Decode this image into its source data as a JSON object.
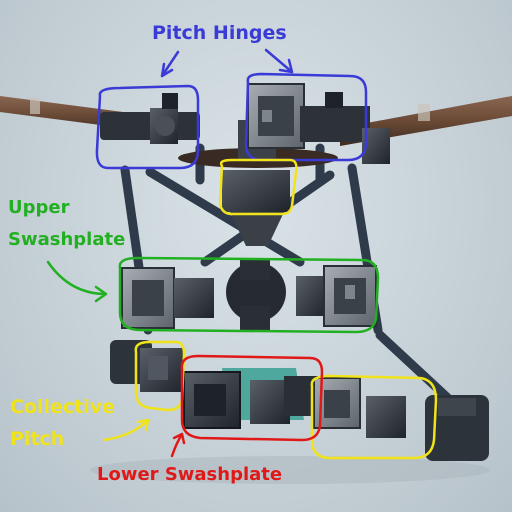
{
  "labels": {
    "pitch_hinges": "Pitch Hinges",
    "upper_swashplate_line1": "Upper",
    "upper_swashplate_line2": "Swashplate",
    "collective_pitch_line1": "Collective",
    "collective_pitch_line2": "Pitch",
    "lower_swashplate": "Lower Swashplate"
  },
  "colors": {
    "background": "#c7d2d8",
    "pitch_hinges": "#3a3ad6",
    "upper_swashplate": "#22b022",
    "collective_pitch": "#f0e31a",
    "lower_swashplate": "#e01818",
    "metal_dark": "#2b3038",
    "metal_light": "#8a9098",
    "rod": "#2f3a4a",
    "blade_wood": "#6a4a36",
    "teal_part": "#2f9c8e"
  }
}
